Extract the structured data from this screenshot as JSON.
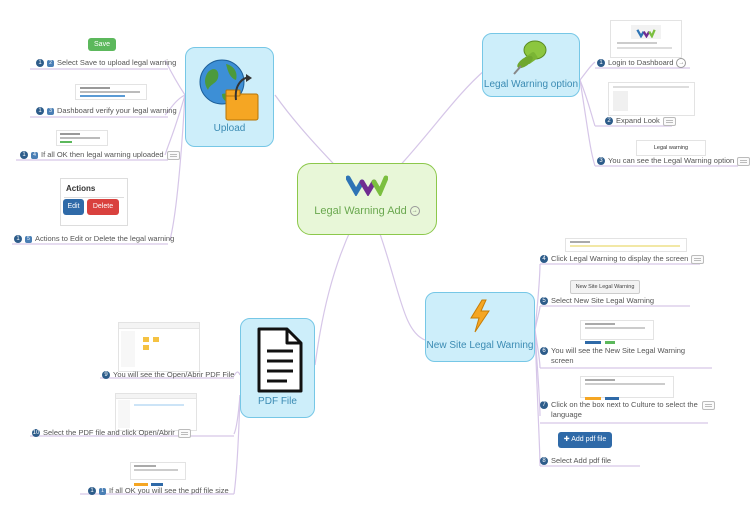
{
  "central": {
    "title": "Legal Warning Add"
  },
  "branches": {
    "legal_warning_option": {
      "title": "Legal Warning option",
      "items": [
        {
          "num": "1",
          "text": "Login to Dashboard"
        },
        {
          "num": "2",
          "text": "Expand Look"
        },
        {
          "num": "3",
          "text": "You can see the Legal Warning option"
        }
      ],
      "legal_warning_label": "Legal warning"
    },
    "upload": {
      "title": "Upload",
      "save_label": "Save",
      "actions_heading": "Actions",
      "edit_label": "Edit",
      "delete_label": "Delete",
      "items": [
        {
          "num": "1",
          "sub": "2",
          "text": "Select Save to upload legal warning"
        },
        {
          "num": "1",
          "sub": "3",
          "text": "Dashboard verify your legal warning"
        },
        {
          "num": "1",
          "sub": "4",
          "text": "If all OK then legal warning uploaded"
        },
        {
          "num": "1",
          "sub": "5",
          "text": "Actions to Edit or Delete the legal warning"
        }
      ]
    },
    "new_site": {
      "title": "New Site Legal Warning",
      "new_site_button": "New Site Legal Warning",
      "add_pdf_button": "Add pdf file",
      "items": [
        {
          "num": "4",
          "text": "Click Legal Warning to display the screen"
        },
        {
          "num": "5",
          "text": "Select New Site Legal Warning"
        },
        {
          "num": "6",
          "text": "You will see the New Site Legal Warning screen"
        },
        {
          "num": "7",
          "text": "Click on the box next to Culture to select the language"
        },
        {
          "num": "8",
          "text": "Select Add pdf file"
        }
      ]
    },
    "pdf_file": {
      "title": "PDF File",
      "items": [
        {
          "num": "9",
          "text": "You will see the Open/Abrir PDF File"
        },
        {
          "num": "10",
          "text": "Select the PDF file and click Open/Abrir"
        },
        {
          "num": "1",
          "sub": "1",
          "text": "If all OK you will see the pdf file size"
        }
      ]
    }
  }
}
